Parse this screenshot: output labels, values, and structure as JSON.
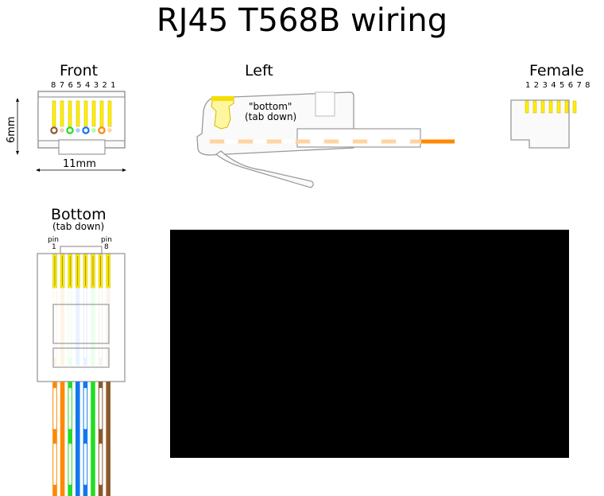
{
  "title": "RJ45 T568B wiring",
  "views": {
    "front": {
      "heading": "Front",
      "pin_numbers": "8 7 6 5 4 3 2 1",
      "height_label": "6mm",
      "width_label": "11mm"
    },
    "left": {
      "heading": "Left",
      "note_line1": "\"bottom\"",
      "note_line2": "(tab down)"
    },
    "female": {
      "heading": "Female",
      "pin_numbers": "1 2 3 4 5 6 7 8"
    },
    "bottom": {
      "heading": "Bottom",
      "subheading": "(tab down)",
      "pin1_label_top": "pin",
      "pin1_label_num": "1",
      "pin8_label_top": "pin",
      "pin8_label_num": "8"
    }
  },
  "colors": {
    "orange": "#ff8800",
    "orange_light": "#ffd4a0",
    "green": "#22dd22",
    "green_light": "#aaffaa",
    "blue": "#1177ee",
    "blue_light": "#aaccff",
    "brown": "#8b5a2b",
    "brown_light": "#e8d4bc",
    "gold": "#ffee00",
    "housing": "#999999"
  },
  "wire_order_t568b": [
    {
      "pin": 1,
      "name": "white-orange"
    },
    {
      "pin": 2,
      "name": "orange"
    },
    {
      "pin": 3,
      "name": "white-green"
    },
    {
      "pin": 4,
      "name": "blue"
    },
    {
      "pin": 5,
      "name": "white-blue"
    },
    {
      "pin": 6,
      "name": "green"
    },
    {
      "pin": 7,
      "name": "white-brown"
    },
    {
      "pin": 8,
      "name": "brown"
    }
  ]
}
